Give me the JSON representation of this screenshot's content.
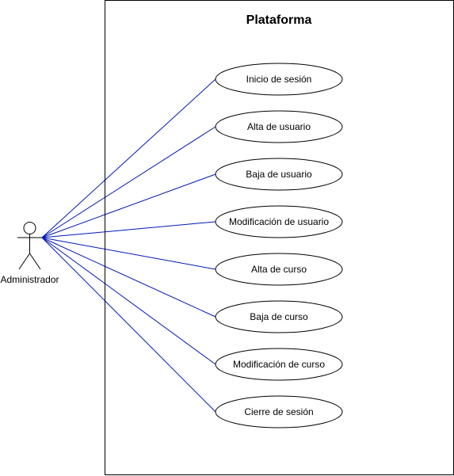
{
  "diagram": {
    "system_title": "Plataforma",
    "actor": {
      "name": "Administrador"
    },
    "use_cases": [
      {
        "label": "Inicio de sesión"
      },
      {
        "label": "Alta de usuario"
      },
      {
        "label": "Baja de usuario"
      },
      {
        "label": "Modificación de usuario"
      },
      {
        "label": "Alta de curso"
      },
      {
        "label": "Baja de curso"
      },
      {
        "label": "Modificación de curso"
      },
      {
        "label": "Cierre de sesión"
      }
    ],
    "colors": {
      "association_line": "#0018b3",
      "outline": "#000000",
      "background": "#ffffff"
    }
  }
}
